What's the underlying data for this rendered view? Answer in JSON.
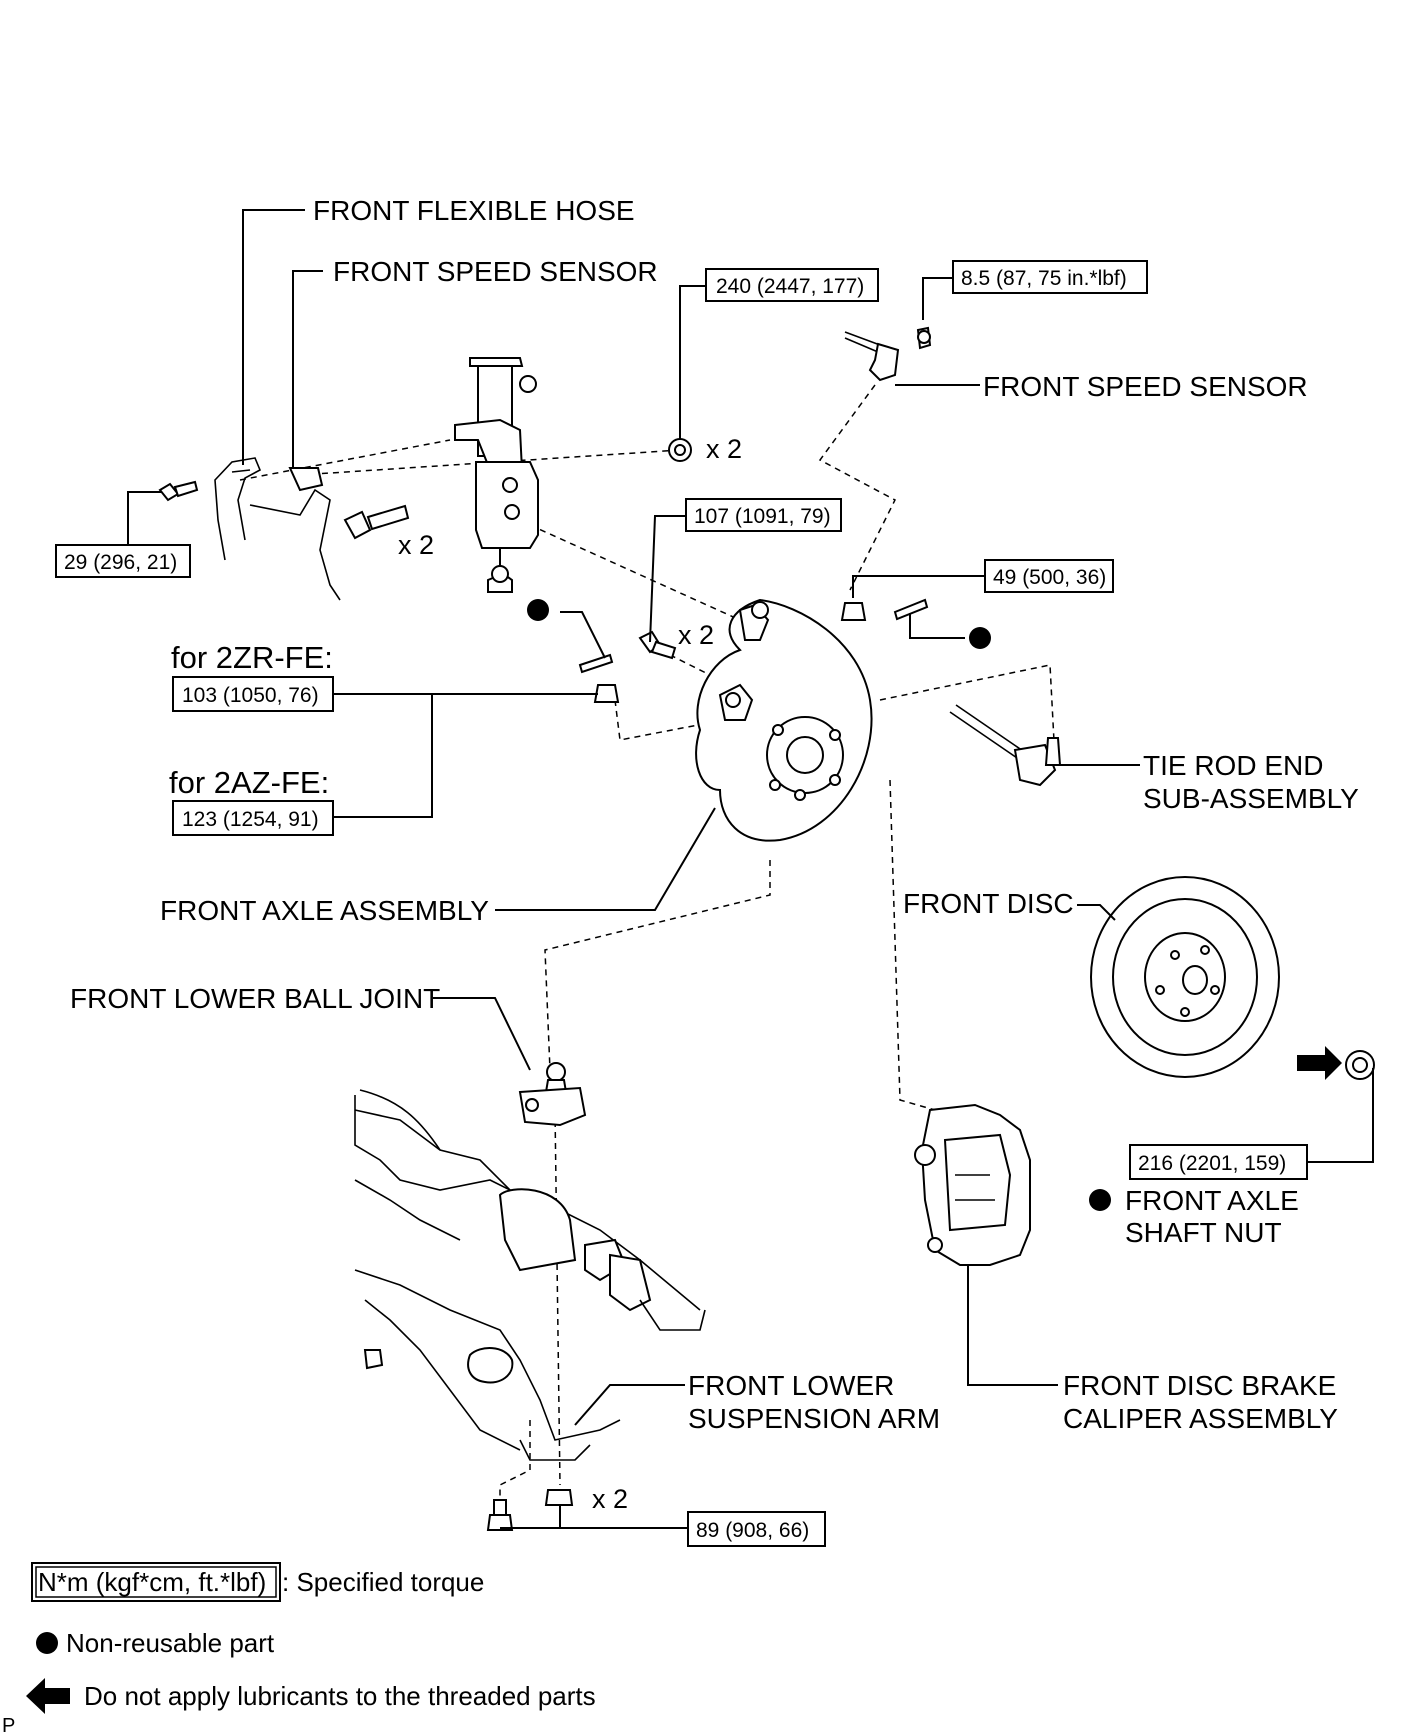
{
  "labels": {
    "front_flexible_hose": "FRONT FLEXIBLE HOSE",
    "front_speed_sensor_left": "FRONT SPEED SENSOR",
    "front_speed_sensor_right": "FRONT SPEED SENSOR",
    "for_2zr_fe": "for 2ZR-FE:",
    "for_2az_fe": "for 2AZ-FE:",
    "front_axle_assembly": "FRONT AXLE ASSEMBLY",
    "front_lower_ball_joint": "FRONT LOWER BALL JOINT",
    "tie_rod_end_1": "TIE ROD END",
    "tie_rod_end_2": "SUB-ASSEMBLY",
    "front_disc": "FRONT DISC",
    "front_axle_shaft_nut_1": "FRONT AXLE",
    "front_axle_shaft_nut_2": "SHAFT NUT",
    "front_lower_suspension_arm_1": "FRONT LOWER",
    "front_lower_suspension_arm_2": "SUSPENSION ARM",
    "caliper_1": "FRONT DISC BRAKE",
    "caliper_2": "CALIPER ASSEMBLY"
  },
  "torques": {
    "t240": "240 (2447, 177)",
    "t8_5": "8.5 (87, 75 in.*lbf)",
    "t29": "29 (296, 21)",
    "t107": "107 (1091, 79)",
    "t49": "49 (500, 36)",
    "t103": "103 (1050, 76)",
    "t123": "123 (1254, 91)",
    "t216": "216 (2201, 159)",
    "t89": "89 (908, 66)"
  },
  "multipliers": {
    "strut_nut": "x 2",
    "strut_bolt": "x 2",
    "axle_bolt": "x 2",
    "arm_nut": "x 2"
  },
  "legend": {
    "torque_box": "N*m (kgf*cm, ft.*lbf)",
    "torque_desc": ": Specified torque",
    "non_reusable": "Non-reusable part",
    "no_lubricant": "Do not apply lubricants to the threaded parts"
  },
  "corner_mark": "P"
}
